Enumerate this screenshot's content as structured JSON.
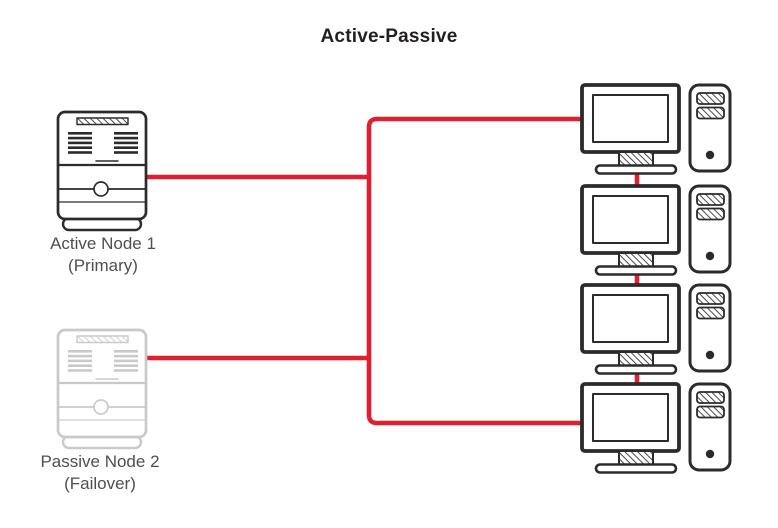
{
  "title": "Active-Passive",
  "servers": [
    {
      "name": "Active Node 1",
      "role": "(Primary)",
      "state": "active"
    },
    {
      "name": "Passive Node 2",
      "role": "(Failover)",
      "state": "passive"
    }
  ],
  "clients": {
    "count": 4
  },
  "connections": {
    "topology": "both servers feed a shared trunk that links to a chain of 4 workstations"
  },
  "colors": {
    "connection": "#e01f2f",
    "sketch_dark": "#2b2b2b",
    "sketch_gray": "#c9c9c9",
    "label_text": "#4f4f4f",
    "title_text": "#231f20",
    "background": "#ffffff"
  }
}
